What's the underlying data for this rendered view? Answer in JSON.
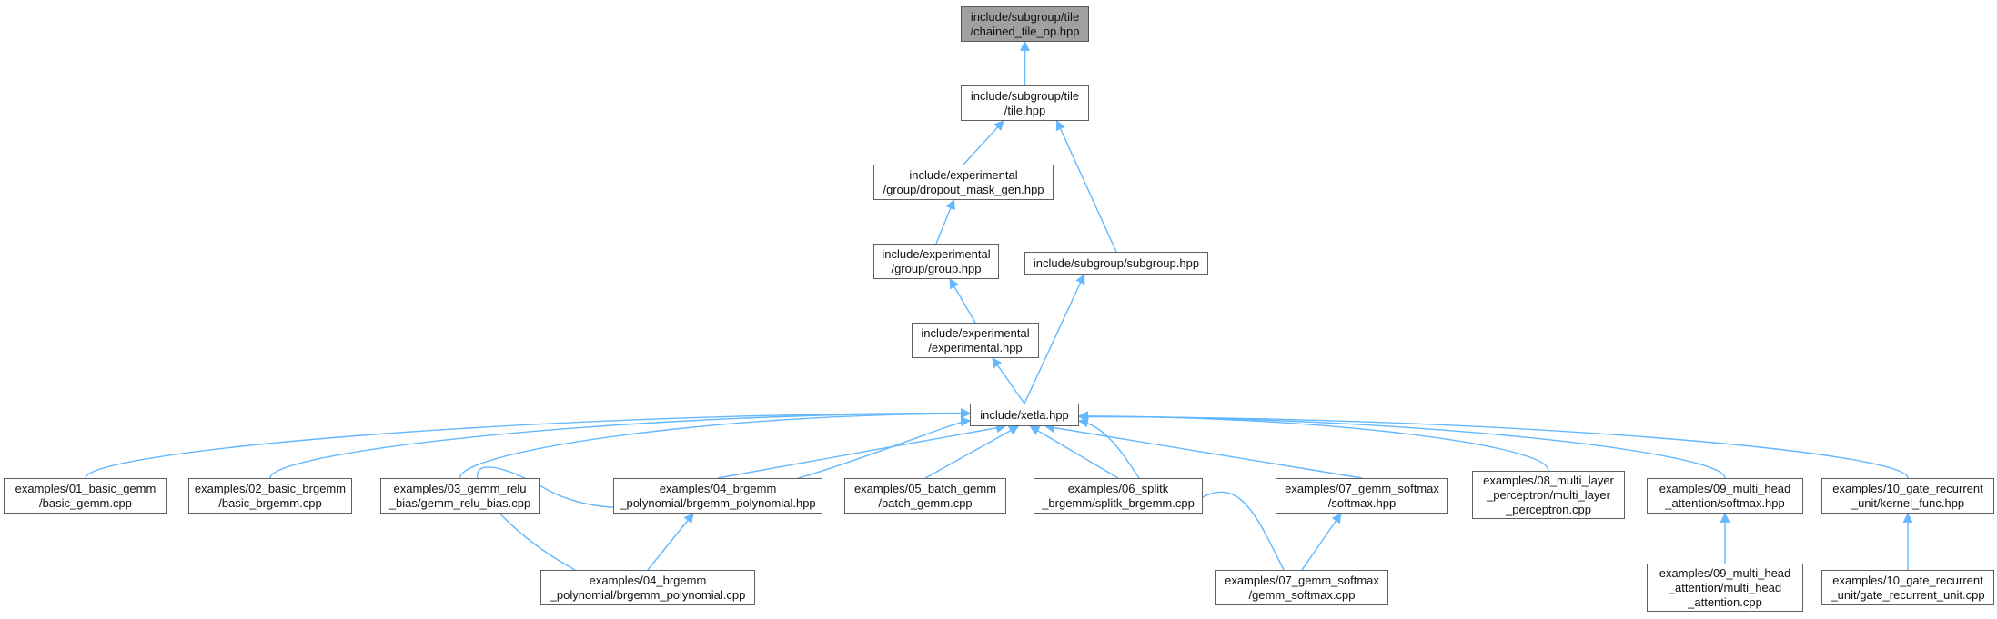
{
  "diagram": {
    "type": "include-dependency-graph",
    "edge_color": "#63b8ff",
    "root_fill": "#a0a0a0",
    "node_fill": "#ffffff",
    "node_border": "#5f5f5f",
    "nodes": [
      {
        "id": "chained_tile_op",
        "label": "include/subgroup/tile\n/chained_tile_op.hpp",
        "root": true
      },
      {
        "id": "tile",
        "label": "include/subgroup/tile\n/tile.hpp"
      },
      {
        "id": "dropout_mask_gen",
        "label": "include/experimental\n/group/dropout_mask_gen.hpp"
      },
      {
        "id": "group",
        "label": "include/experimental\n/group/group.hpp"
      },
      {
        "id": "subgroup",
        "label": "include/subgroup/subgroup.hpp"
      },
      {
        "id": "experimental",
        "label": "include/experimental\n/experimental.hpp"
      },
      {
        "id": "xetla",
        "label": "include/xetla.hpp"
      },
      {
        "id": "ex01",
        "label": "examples/01_basic_gemm\n/basic_gemm.cpp"
      },
      {
        "id": "ex02",
        "label": "examples/02_basic_brgemm\n/basic_brgemm.cpp"
      },
      {
        "id": "ex03",
        "label": "examples/03_gemm_relu\n_bias/gemm_relu_bias.cpp"
      },
      {
        "id": "ex04h",
        "label": "examples/04_brgemm\n_polynomial/brgemm_polynomial.hpp"
      },
      {
        "id": "ex05",
        "label": "examples/05_batch_gemm\n/batch_gemm.cpp"
      },
      {
        "id": "ex06",
        "label": "examples/06_splitk\n_brgemm/splitk_brgemm.cpp"
      },
      {
        "id": "ex07h",
        "label": "examples/07_gemm_softmax\n/softmax.hpp"
      },
      {
        "id": "ex08",
        "label": "examples/08_multi_layer\n_perceptron/multi_layer\n_perceptron.cpp"
      },
      {
        "id": "ex09h",
        "label": "examples/09_multi_head\n_attention/softmax.hpp"
      },
      {
        "id": "ex10h",
        "label": "examples/10_gate_recurrent\n_unit/kernel_func.hpp"
      },
      {
        "id": "ex04c",
        "label": "examples/04_brgemm\n_polynomial/brgemm_polynomial.cpp"
      },
      {
        "id": "ex07c",
        "label": "examples/07_gemm_softmax\n/gemm_softmax.cpp"
      },
      {
        "id": "ex09c",
        "label": "examples/09_multi_head\n_attention/multi_head\n_attention.cpp"
      },
      {
        "id": "ex10c",
        "label": "examples/10_gate_recurrent\n_unit/gate_recurrent_unit.cpp"
      }
    ],
    "edges": [
      {
        "from": "tile",
        "to": "chained_tile_op"
      },
      {
        "from": "dropout_mask_gen",
        "to": "tile"
      },
      {
        "from": "subgroup",
        "to": "tile"
      },
      {
        "from": "group",
        "to": "dropout_mask_gen"
      },
      {
        "from": "experimental",
        "to": "group"
      },
      {
        "from": "xetla",
        "to": "experimental"
      },
      {
        "from": "xetla",
        "to": "subgroup"
      },
      {
        "from": "ex01",
        "to": "xetla"
      },
      {
        "from": "ex02",
        "to": "xetla"
      },
      {
        "from": "ex03",
        "to": "xetla"
      },
      {
        "from": "ex04h",
        "to": "xetla"
      },
      {
        "from": "ex04c",
        "to": "xetla"
      },
      {
        "from": "ex05",
        "to": "xetla"
      },
      {
        "from": "ex06",
        "to": "xetla"
      },
      {
        "from": "ex07h",
        "to": "xetla"
      },
      {
        "from": "ex07c",
        "to": "xetla"
      },
      {
        "from": "ex08",
        "to": "xetla"
      },
      {
        "from": "ex09h",
        "to": "xetla"
      },
      {
        "from": "ex10h",
        "to": "xetla"
      },
      {
        "from": "ex04c",
        "to": "ex04h"
      },
      {
        "from": "ex07c",
        "to": "ex07h"
      },
      {
        "from": "ex09c",
        "to": "ex09h"
      },
      {
        "from": "ex10c",
        "to": "ex10h"
      }
    ]
  }
}
